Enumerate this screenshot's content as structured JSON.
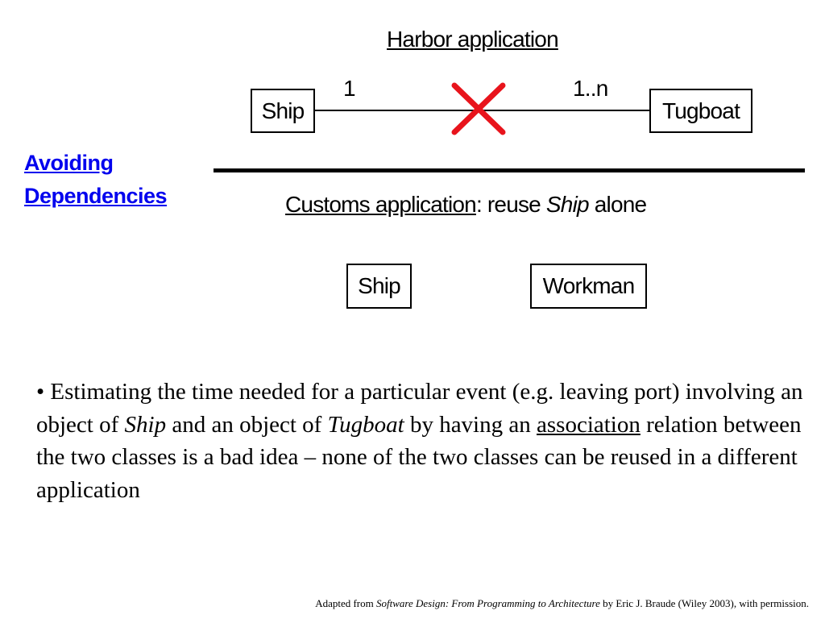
{
  "sidebar": {
    "title_line1": "Avoiding",
    "title_line2": "Dependencies",
    "color": "#0000ee"
  },
  "harbor": {
    "title": "Harbor application",
    "class_left": "Ship",
    "class_right": "Tugboat",
    "multiplicity_left": "1",
    "multiplicity_right": "1..n",
    "cross_icon": "red-x-icon",
    "cross_color": "#e8141c"
  },
  "customs": {
    "title": "Customs application",
    "sep": ": reuse ",
    "italic_word": "Ship",
    "tail": " alone",
    "class_left": "Ship",
    "class_right": "Workman"
  },
  "body": {
    "bullet": "• ",
    "p1": "Estimating the time needed for a particular event (e.g. leaving port) involving an object of ",
    "ship": "Ship",
    "p2": " and an object of ",
    "tugboat": "Tugboat",
    "p3": " by having an ",
    "association": "association",
    "p4": " relation between the two classes is a bad idea – none of the two classes can be reused in a different application"
  },
  "credit": {
    "prefix": "Adapted from ",
    "book": "Software Design: From Programming to Architecture",
    "suffix": " by Eric J. Braude (Wiley 2003), with permission."
  }
}
